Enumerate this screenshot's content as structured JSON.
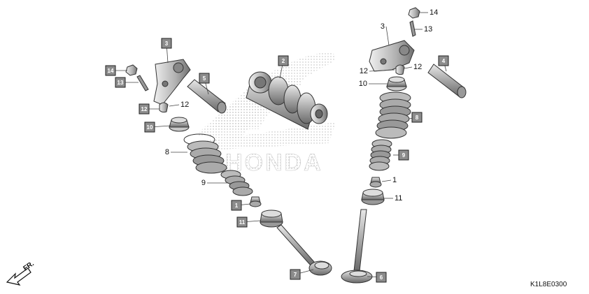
{
  "diagram": {
    "watermark": "HONDA",
    "drawing_code": "K1L8E0300",
    "front_indicator": "FR.",
    "callouts": [
      {
        "id": "2",
        "style": "box"
      },
      {
        "id": "3",
        "style": "box"
      },
      {
        "id": "3",
        "style": "plain"
      },
      {
        "id": "4",
        "style": "box"
      },
      {
        "id": "5",
        "style": "box"
      },
      {
        "id": "6",
        "style": "box"
      },
      {
        "id": "7",
        "style": "box"
      },
      {
        "id": "8",
        "style": "plain"
      },
      {
        "id": "8",
        "style": "box"
      },
      {
        "id": "9",
        "style": "plain"
      },
      {
        "id": "9",
        "style": "box"
      },
      {
        "id": "1",
        "style": "box"
      },
      {
        "id": "1",
        "style": "plain"
      },
      {
        "id": "10",
        "style": "box"
      },
      {
        "id": "10",
        "style": "plain"
      },
      {
        "id": "11",
        "style": "box"
      },
      {
        "id": "11",
        "style": "plain"
      },
      {
        "id": "12",
        "style": "box"
      },
      {
        "id": "12",
        "style": "plain"
      },
      {
        "id": "12",
        "style": "plain"
      },
      {
        "id": "12",
        "style": "plain"
      },
      {
        "id": "13",
        "style": "box"
      },
      {
        "id": "13",
        "style": "plain"
      },
      {
        "id": "14",
        "style": "box"
      },
      {
        "id": "14",
        "style": "plain"
      }
    ]
  }
}
